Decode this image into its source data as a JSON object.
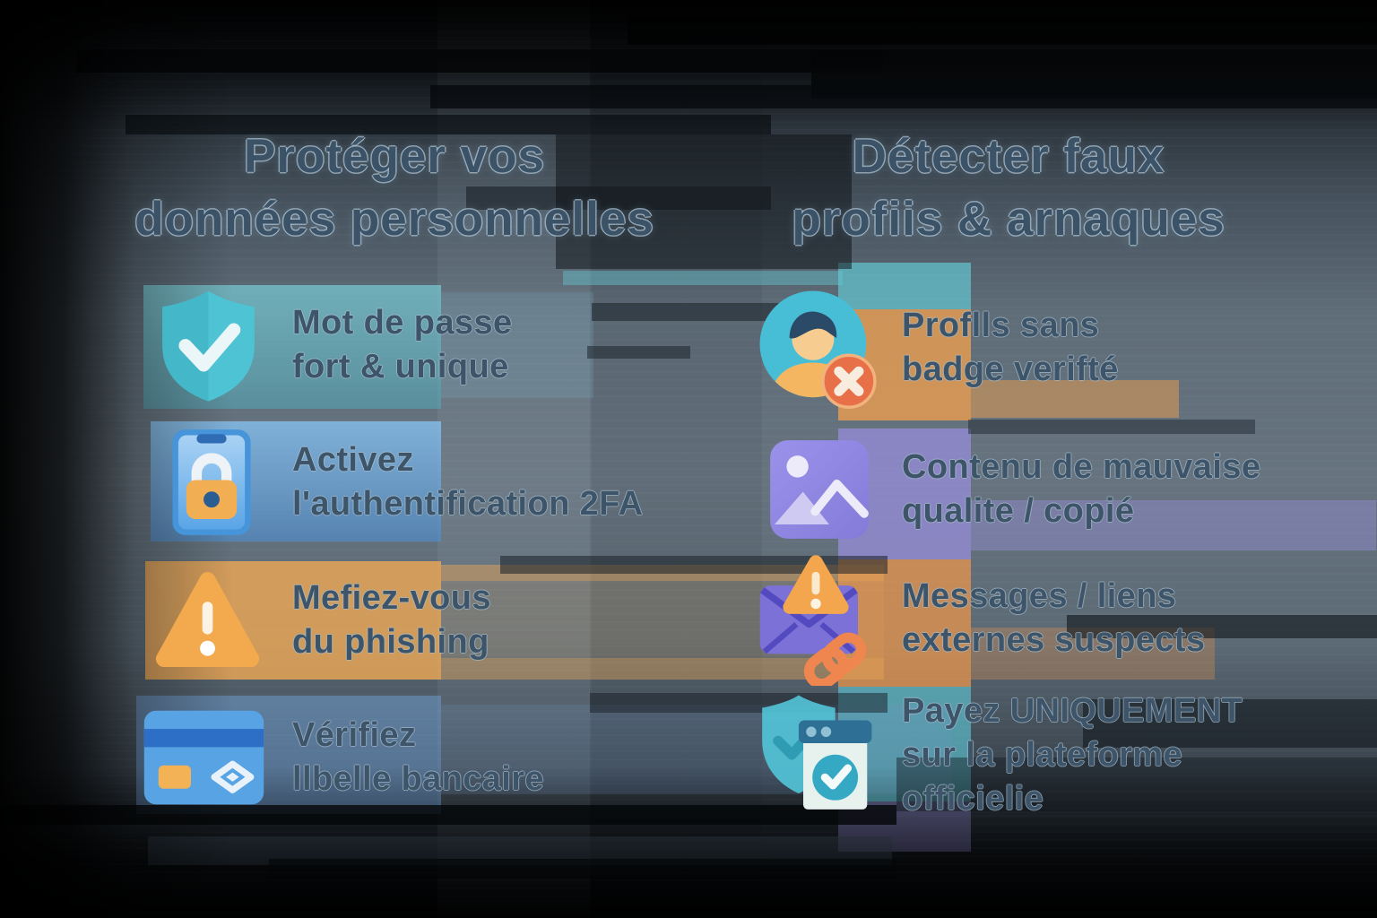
{
  "left_column": {
    "title_line1": "Protéger vos",
    "title_line2": "données personnelles",
    "items": [
      {
        "icon": "shield-check-icon",
        "line1": "Mot de passe",
        "line2": "fort & unique"
      },
      {
        "icon": "phone-2fa-lock-icon",
        "line1": "Activez",
        "line2": "l'authentification 2FA"
      },
      {
        "icon": "warning-triangle-icon",
        "line1": "Mefiez-vous",
        "line2": "du phishing"
      },
      {
        "icon": "credit-card-icon",
        "line1": "Vérifiez",
        "line2": "llbelle bancaire"
      }
    ]
  },
  "right_column": {
    "title_line1": "Détecter faux",
    "title_line2": "profiis & arnaques",
    "items": [
      {
        "icon": "profile-x-badge-icon",
        "line1": "Proflls sans",
        "line2": "badge verifté"
      },
      {
        "icon": "image-placeholder-icon",
        "line1": "Contenu de mauvaise",
        "line2": "qualite / copié"
      },
      {
        "icon": "suspicious-message-link-icon",
        "line1": "Messages / liens",
        "line2": "externes suspects"
      },
      {
        "icon": "secure-payment-shield-icon",
        "line1": "Payez UNIQUEMENT",
        "line2": "sur la plateforme",
        "line3": "officielie"
      }
    ]
  },
  "colors": {
    "teal": "#4dc3d3",
    "blue": "#4a97dd",
    "orange": "#f3aa4f",
    "purple": "#8f88e2",
    "card_blue": "#57a3e4",
    "badge_red": "#e87048",
    "title_text": "#3b5267",
    "body_text": "#3d5469",
    "background_gray": "#5f6d79"
  }
}
